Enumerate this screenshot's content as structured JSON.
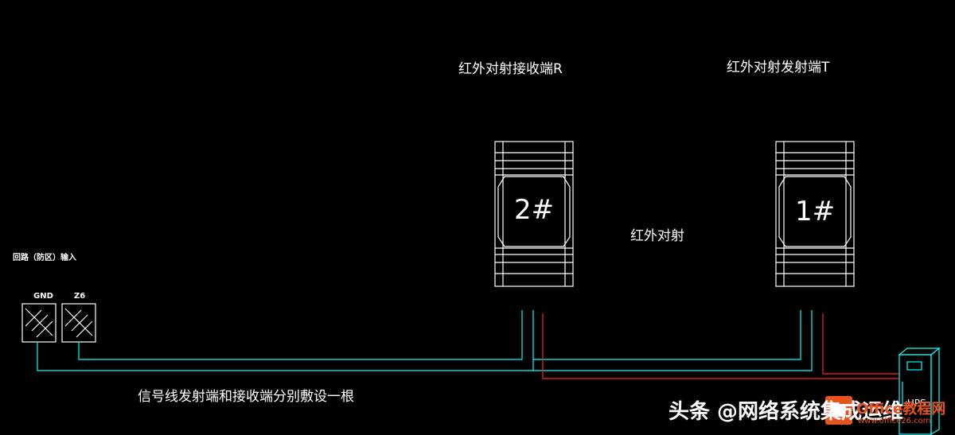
{
  "labels": {
    "receiver_title": "红外对射接收端R",
    "transmitter_title": "红外对射发射端T",
    "beam_label": "红外对射",
    "receiver_id": "2#",
    "transmitter_id": "1#",
    "loop_input": "回路（防区）输入",
    "gnd": "GND",
    "z6": "Z6",
    "signal_note": "信号线发射端和接收端分别敷设一根",
    "ups_label": "UPS"
  },
  "watermark": {
    "text": "头条 @网络系统集成运维",
    "logo_text": "Office教程网",
    "logo_sub": "www.office26.com"
  },
  "colors": {
    "background": "#000000",
    "device_outline": "#ffffff",
    "signal_wire": "#00ffff",
    "power_wire": "#ff2020",
    "ups_box": "#00ffff",
    "logo": "#e7541e"
  }
}
